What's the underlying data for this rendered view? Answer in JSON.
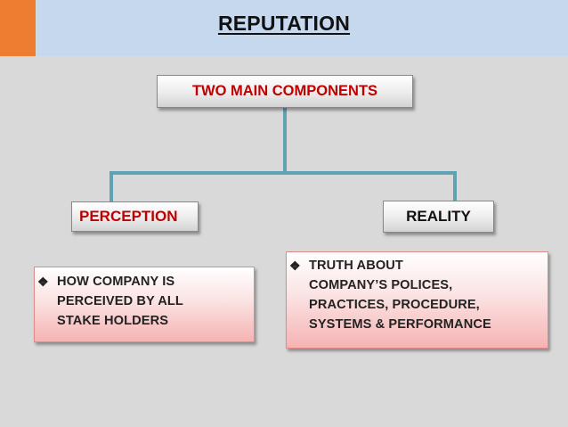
{
  "title": "REPUTATION",
  "root": {
    "label": "TWO MAIN COMPONENTS"
  },
  "left": {
    "label": "PERCEPTION",
    "bullet": "❖",
    "description": "HOW COMPANY IS\nPERCEIVED BY ALL\nSTAKE HOLDERS"
  },
  "right": {
    "label": "REALITY",
    "bullet": "❖",
    "description": "TRUTH ABOUT\nCOMPANY’S   POLICES,\nPRACTICES, PROCEDURE,\nSYSTEMS &  PERFORMANCE"
  },
  "colors": {
    "accent_orange": "#ee7c31",
    "header_blue": "#c5d8ee",
    "connector_teal": "#5fa2b5",
    "heading_red": "#c00000"
  }
}
